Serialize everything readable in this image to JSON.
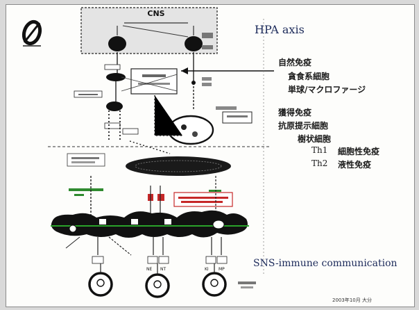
{
  "diagram": {
    "cns_label": "CNS",
    "title": "HPA axis",
    "innate": {
      "heading": "自然免疫",
      "line1": "貪食系細胞",
      "line2": "単球/マクロファージ"
    },
    "acquired": {
      "heading": "獲得免疫",
      "line1": "抗原提示細胞",
      "line2": "樹状細胞",
      "th1_name": "Th1",
      "th1_desc": "細胞性免疫",
      "th2_name": "Th2",
      "th2_desc": "液性免疫"
    },
    "bottom_title": "SNS-immune communication",
    "footer_date": "2003年10月 大分",
    "small_labels": {
      "ne": "NE",
      "nt": "NT",
      "ki": "KI",
      "mp": "MP"
    }
  }
}
